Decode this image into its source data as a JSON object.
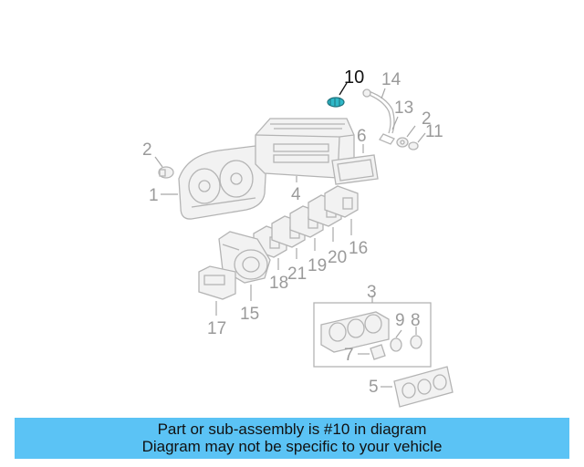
{
  "diagram": {
    "callouts": [
      {
        "id": "c1",
        "text": "1"
      },
      {
        "id": "c2a",
        "text": "2"
      },
      {
        "id": "c2b",
        "text": "2"
      },
      {
        "id": "c3",
        "text": "3"
      },
      {
        "id": "c4",
        "text": "4"
      },
      {
        "id": "c5",
        "text": "5"
      },
      {
        "id": "c6",
        "text": "6"
      },
      {
        "id": "c7",
        "text": "7"
      },
      {
        "id": "c8",
        "text": "8"
      },
      {
        "id": "c9",
        "text": "9"
      },
      {
        "id": "c10",
        "text": "10"
      },
      {
        "id": "c11",
        "text": "11"
      },
      {
        "id": "c13",
        "text": "13"
      },
      {
        "id": "c14",
        "text": "14"
      },
      {
        "id": "c15",
        "text": "15"
      },
      {
        "id": "c16",
        "text": "16"
      },
      {
        "id": "c17",
        "text": "17"
      },
      {
        "id": "c18",
        "text": "18"
      },
      {
        "id": "c19",
        "text": "19"
      },
      {
        "id": "c20",
        "text": "20"
      },
      {
        "id": "c21",
        "text": "21"
      }
    ],
    "highlight_color": "#2fb8c8",
    "line_color": "#b4b4b4"
  },
  "banner": {
    "line1": "Part or sub-assembly is #10 in diagram",
    "line2": "Diagram may not be specific to your vehicle",
    "background": "#5bc3f5"
  }
}
